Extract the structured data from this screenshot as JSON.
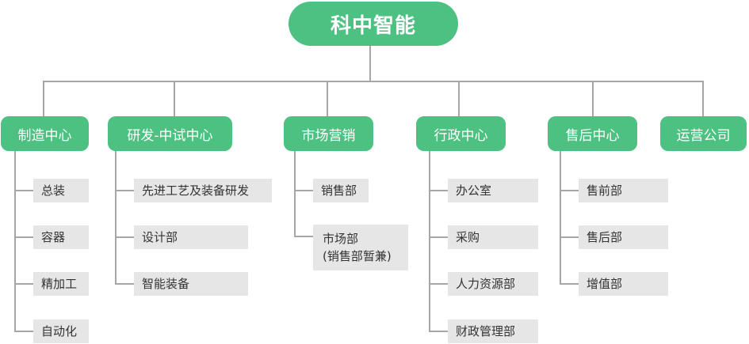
{
  "root": {
    "label": "科中智能"
  },
  "departments": [
    {
      "label": "制造中心",
      "children": [
        "总装",
        "容器",
        "精加工",
        "自动化"
      ]
    },
    {
      "label": "研发-中试中心",
      "children": [
        "先进工艺及装备研发",
        "设计部",
        "智能装备"
      ]
    },
    {
      "label": "市场营销",
      "children": [
        "销售部",
        "市场部\n(销售部暂兼)"
      ]
    },
    {
      "label": "行政中心",
      "children": [
        "办公室",
        "采购",
        "人力资源部",
        "财政管理部"
      ]
    },
    {
      "label": "售后中心",
      "children": [
        "售前部",
        "售后部",
        "增值部"
      ]
    },
    {
      "label": "运营公司",
      "children": []
    }
  ],
  "colors": {
    "node": "#4dc181",
    "line": "#a6a6a6",
    "sub_bg": "#e6e6e6"
  }
}
